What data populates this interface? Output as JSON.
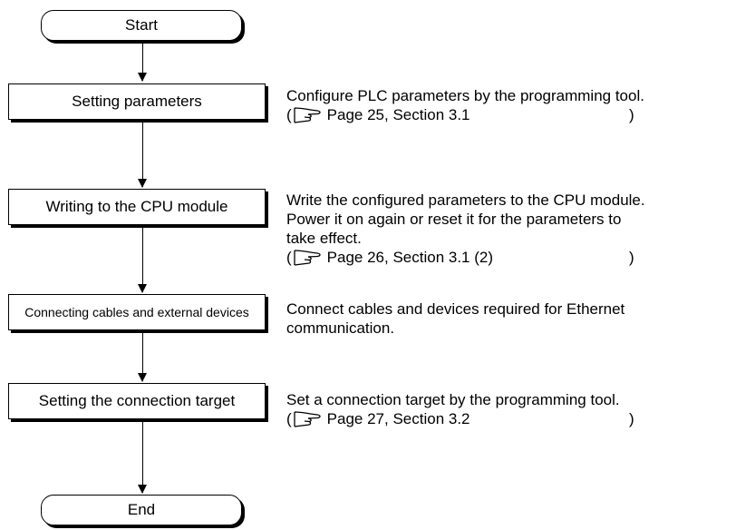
{
  "flowchart": {
    "start": "Start",
    "steps": [
      {
        "label": "Setting parameters",
        "description": [
          "Configure PLC parameters by the programming tool."
        ],
        "ref": "Page 25, Section 3.1"
      },
      {
        "label": "Writing to the CPU module",
        "description": [
          "Write the configured parameters to the CPU module.",
          "Power it on again or reset it for the parameters to",
          "take effect."
        ],
        "ref": "Page 26, Section 3.1 (2)"
      },
      {
        "label": "Connecting cables and external devices",
        "description": [
          "Connect cables and devices required for Ethernet",
          "communication."
        ]
      },
      {
        "label": "Setting the connection target",
        "description": [
          "Set a connection target by the programming tool."
        ],
        "ref": "Page 27, Section 3.2"
      }
    ],
    "end": "End",
    "ref_open": "(",
    "ref_close": ")",
    "ref_icon": "pointing-hand-icon"
  }
}
